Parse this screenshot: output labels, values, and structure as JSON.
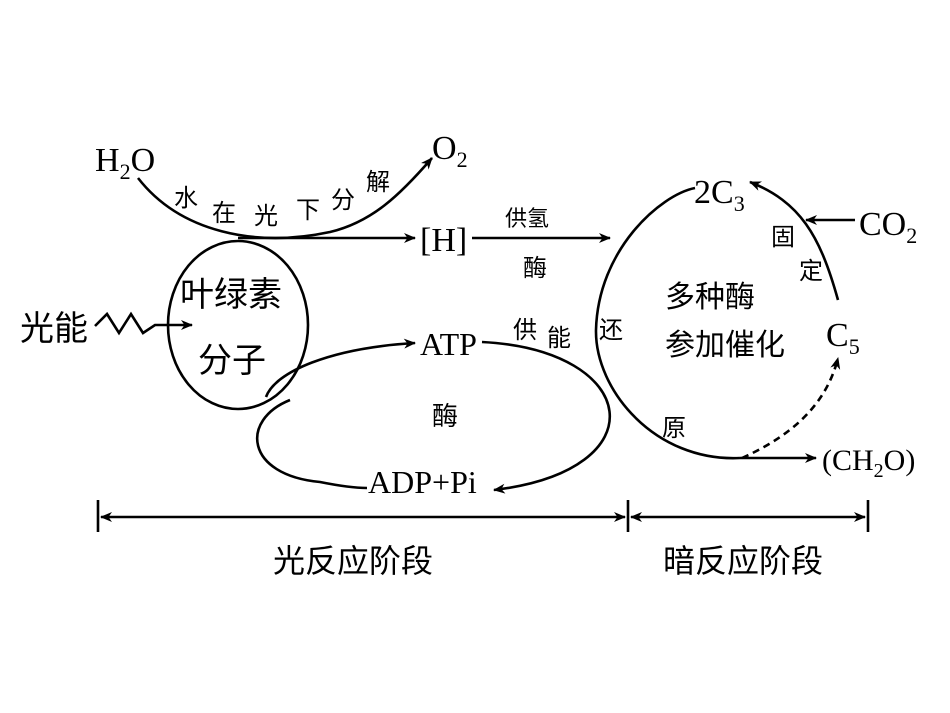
{
  "water": {
    "main": "H",
    "sub": "2",
    "tail": "O"
  },
  "oxygen": {
    "main": "O",
    "sub": "2"
  },
  "photolysis_chars": [
    "水",
    "在",
    "光",
    "下",
    "分",
    "解"
  ],
  "hydrogen": "[H]",
  "hydrogen_supply": "供氢",
  "enzyme_top": "酶",
  "enzyme_mid": "酶",
  "light_energy": "光能",
  "chlorophyll_line1": "叶绿素",
  "chlorophyll_line2": "分子",
  "atp": "ATP",
  "adp": "ADP+Pi",
  "energy_supply_chars": [
    "供",
    "能"
  ],
  "reduction_chars": [
    "还",
    "原"
  ],
  "c3": {
    "coef": "2C",
    "sub": "3"
  },
  "c5": {
    "main": "C",
    "sub": "5"
  },
  "co2": {
    "main": "CO",
    "sub": "2"
  },
  "fixation_chars": [
    "固",
    "定"
  ],
  "enzymes_line1": "多种酶",
  "enzymes_line2": "参加催化",
  "carbohydrate": {
    "open": "(CH",
    "sub": "2",
    "close": "O)"
  },
  "light_stage": "光反应阶段",
  "dark_stage": "暗反应阶段"
}
